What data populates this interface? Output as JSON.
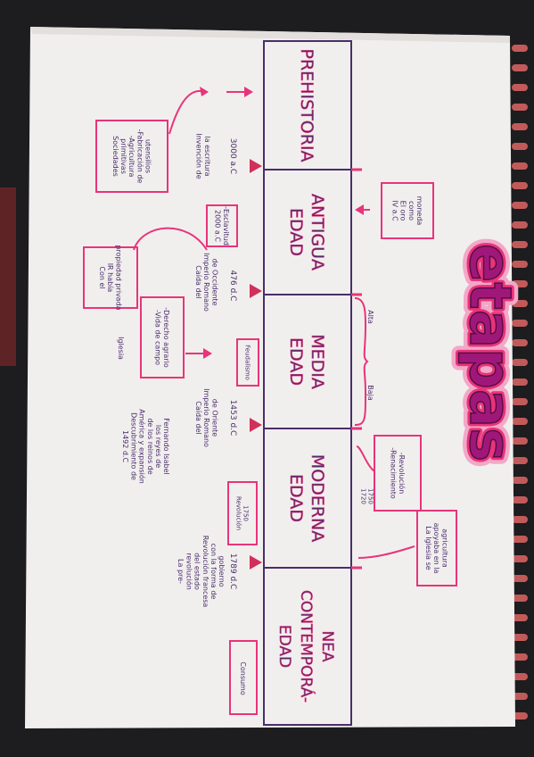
{
  "title": "etapas",
  "stages": [
    "PREHISTORIA",
    "EDAD ANTIGUA",
    "EDAD MEDIA",
    "EDAD MODERNA",
    "EDAD CONTEMPORÁNEA"
  ],
  "stage_lines": [
    [
      "PREHISTORIA"
    ],
    [
      "EDAD",
      "ANTIGUA"
    ],
    [
      "EDAD",
      "MEDIA"
    ],
    [
      "EDAD",
      "MODERNA"
    ],
    [
      "EDAD",
      "CONTEMPORÁ-",
      "NEA"
    ]
  ],
  "dates": [
    "3000 a.C",
    "476 d.C",
    "1453 d.C",
    "1789 d.C"
  ],
  "notes": {
    "prehistoria_box": [
      "Sociedades",
      "primitivas",
      "-Agricultura",
      "-Fabricación de",
      "utensilios"
    ],
    "invencion": [
      "Invención de",
      "la escritura"
    ],
    "esclavitud": [
      "2000 a.C",
      "-Esclavitud"
    ],
    "caida_romano": [
      "Caída del",
      "Imperio Romano",
      "de Occidente"
    ],
    "antigua_top": [
      "IV a.C",
      "El oro",
      "como",
      "moneda"
    ],
    "feudalismo": "Feudalismo",
    "vida_campo": [
      "-Vida de campo",
      "-Derecho agrario"
    ],
    "iglesia": "Iglesia",
    "con_el": [
      "Con el",
      "IR había",
      "propiedad privada"
    ],
    "alta": "Alta",
    "baja": "Baja",
    "caida_oriente": [
      "Caída del",
      "Imperio Romano",
      "de Oriente"
    ],
    "descubrimiento": [
      "1492 d.C",
      "Descubrimiento de",
      "América y expansión",
      "de los reinos de",
      "los reyes de",
      "Fernando Isabel"
    ],
    "renacimiento": [
      "-Renacimiento",
      "-Revolución"
    ],
    "fechas_small": [
      "1720",
      "1750"
    ],
    "iglesia_agricultura": [
      "La Iglesia se",
      "apoyaba en la",
      "agricultura"
    ],
    "revolucion": [
      "Revolución",
      "1750"
    ],
    "revolucion_francesa": [
      "La pre-",
      "revolución",
      "del estado",
      "Revolución francesa",
      "con la forma de",
      "gobierno"
    ],
    "consumo": "Consumo"
  },
  "colors": {
    "ink_purple": "#4a2d6b",
    "ink_pink": "#e8347a",
    "highlight": "#f2a8c8",
    "paper": "#f1efee",
    "title_fill": "#a0177a"
  }
}
